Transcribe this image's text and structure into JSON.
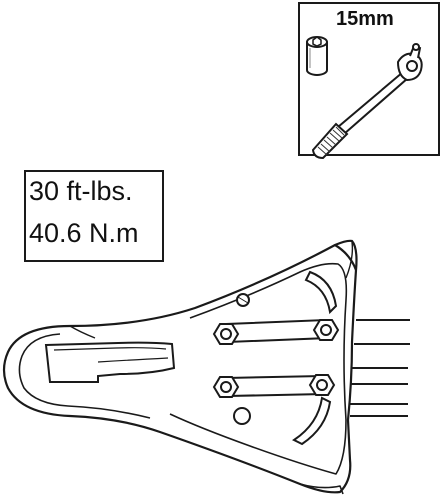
{
  "tool": {
    "size_label": "15mm",
    "items": [
      "socket-icon",
      "ratchet-wrench-icon"
    ]
  },
  "torque": {
    "imperial": "30 ft-lbs.",
    "metric": "40.6 N.m"
  },
  "part": {
    "bolt_count": 4
  }
}
